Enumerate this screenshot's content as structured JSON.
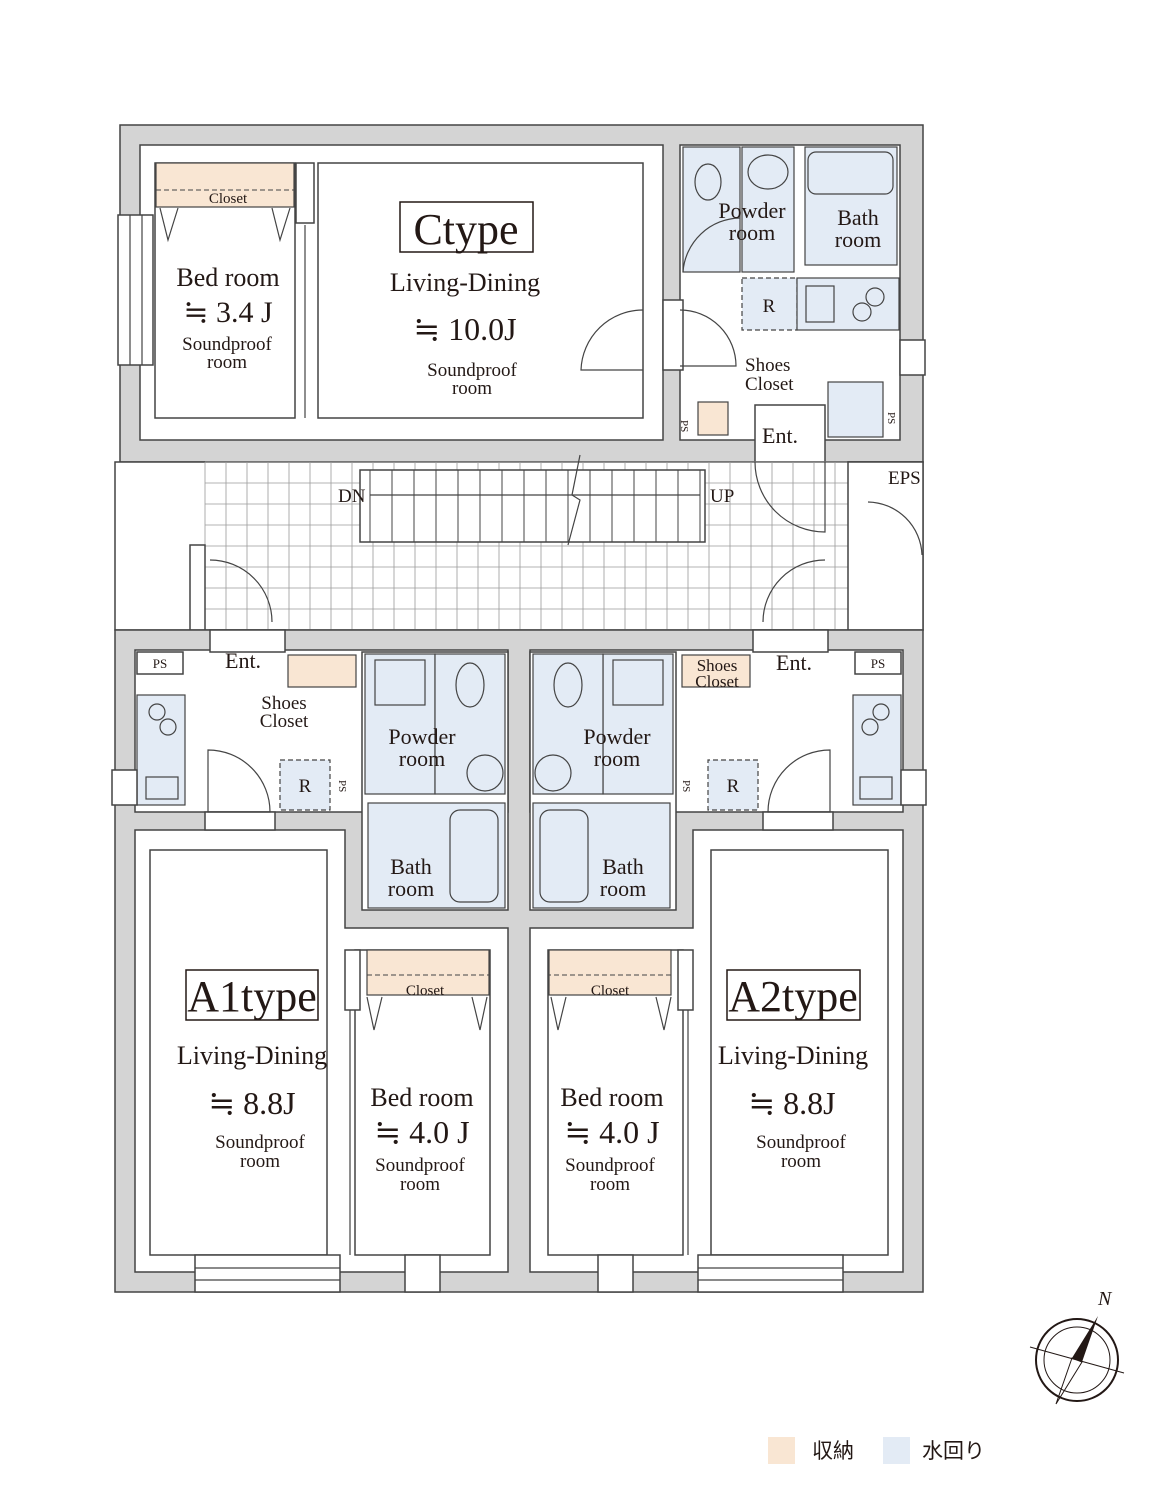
{
  "colors": {
    "storage": "#f9e6d3",
    "wet_area": "#e3ebf5",
    "wall": "#d4d4d4"
  },
  "c_unit": {
    "type_label": "Ctype",
    "living": {
      "name": "Living-Dining",
      "size": "≒ 10.0J",
      "note1": "Soundproof",
      "note2": "room"
    },
    "bedroom": {
      "name": "Bed room",
      "size": "≒ 3.4 J",
      "note1": "Soundproof",
      "note2": "room"
    },
    "closet": "Closet",
    "powder": {
      "l1": "Powder",
      "l2": "room"
    },
    "bath": {
      "l1": "Bath",
      "l2": "room"
    },
    "fridge": "R",
    "shoes": {
      "l1": "Shoes",
      "l2": "Closet"
    },
    "ps_left": "PS",
    "ps_right": "PS",
    "entrance": "Ent."
  },
  "corridor": {
    "eps": "EPS",
    "down": "DN",
    "up": "UP"
  },
  "a1_unit": {
    "type_label": "A1type",
    "living": {
      "name": "Living-Dining",
      "size": "≒ 8.8J",
      "note1": "Soundproof",
      "note2": "room"
    },
    "bedroom": {
      "name": "Bed room",
      "size": "≒ 4.0 J",
      "note1": "Soundproof",
      "note2": "room"
    },
    "closet": "Closet",
    "powder": {
      "l1": "Powder",
      "l2": "room"
    },
    "bath": {
      "l1": "Bath",
      "l2": "room"
    },
    "fridge": "R",
    "shoes": {
      "l1": "Shoes",
      "l2": "Closet"
    },
    "ps_top": "PS",
    "ps_mid": "PS",
    "entrance": "Ent."
  },
  "a2_unit": {
    "type_label": "A2type",
    "living": {
      "name": "Living-Dining",
      "size": "≒ 8.8J",
      "note1": "Soundproof",
      "note2": "room"
    },
    "bedroom": {
      "name": "Bed room",
      "size": "≒ 4.0 J",
      "note1": "Soundproof",
      "note2": "room"
    },
    "closet": "Closet",
    "powder": {
      "l1": "Powder",
      "l2": "room"
    },
    "bath": {
      "l1": "Bath",
      "l2": "room"
    },
    "fridge": "R",
    "shoes": {
      "l1": "Shoes",
      "l2": "Closet"
    },
    "ps_top": "PS",
    "ps_mid": "PS",
    "entrance": "Ent."
  },
  "compass": {
    "north": "N"
  },
  "legend": [
    {
      "label": "収納",
      "color": "#f9e6d3"
    },
    {
      "label": "水回り",
      "color": "#e3ebf5"
    }
  ]
}
